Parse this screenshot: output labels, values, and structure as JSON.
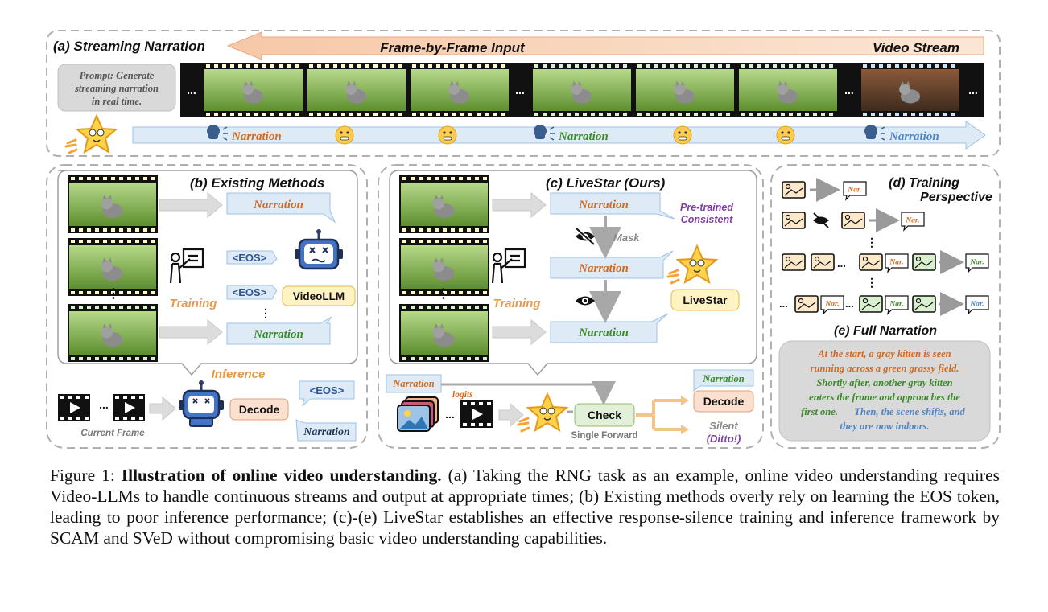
{
  "panel_a": {
    "title": "(a) Streaming Narration",
    "input_label": "Frame-by-Frame Input",
    "stream_label": "Video Stream",
    "prompt_lines": [
      "Prompt: Generate",
      "streaming narration",
      "in real time."
    ],
    "ellipsis": "...",
    "narration": "Narration"
  },
  "panel_b": {
    "title": "(b) Existing Methods",
    "narration": "Narration",
    "eos": "<EOS>",
    "videollm": "VideoLLM",
    "training": "Training",
    "inference": "Inference",
    "decode": "Decode",
    "current_frame": "Current Frame",
    "dots": "⋮",
    "ellipsis": "..."
  },
  "panel_c": {
    "title": "(c) LiveStar (Ours)",
    "narration": "Narration",
    "pretrained_1": "Pre-trained",
    "pretrained_2": "Consistent",
    "mask": "Mask",
    "training": "Training",
    "livestar": "LiveStar",
    "logits": "logits",
    "check": "Check",
    "single_forward": "Single Forward",
    "decode": "Decode",
    "silent": "Silent",
    "ditto": "(Ditto!)",
    "dots": "⋮",
    "ellipsis": "..."
  },
  "panel_d": {
    "title_1": "(d) Training",
    "title_2": "Perspective",
    "nar": "Nar.",
    "dots": "⋮",
    "ellipsis": "..."
  },
  "panel_e": {
    "title": "(e) Full Narration",
    "text_orange_1": "At the start, a gray kitten is seen",
    "text_orange_2": "running across a green grassy field.",
    "text_green_1": "Shortly after, another gray kitten",
    "text_green_2": "enters the frame and approaches the",
    "text_green_3": "first one.",
    "text_blue_1": "Then, the scene shifts, and",
    "text_blue_2": "they are now indoors."
  },
  "caption": {
    "label": "Figure 1:",
    "bold": "Illustration of online video understanding.",
    "text": "(a) Taking the RNG task as an example, online video understanding requires Video-LLMs to handle continuous streams and output at appropriate times; (b) Existing methods overly rely on learning the EOS token, leading to poor inference performance; (c)-(e) LiveStar establishes an effective response-silence training and inference framework by SCAM and SVeD without compromising basic video understanding capabilities."
  },
  "colors": {
    "orange": "#d2691e",
    "green": "#3a8a2a",
    "blue": "#4a86c5",
    "purple": "#7b3fa0",
    "bubble_fill": "#deebf7",
    "bubble_stroke": "#9dc3e6",
    "arrow_gray": "#c8c8c8"
  }
}
